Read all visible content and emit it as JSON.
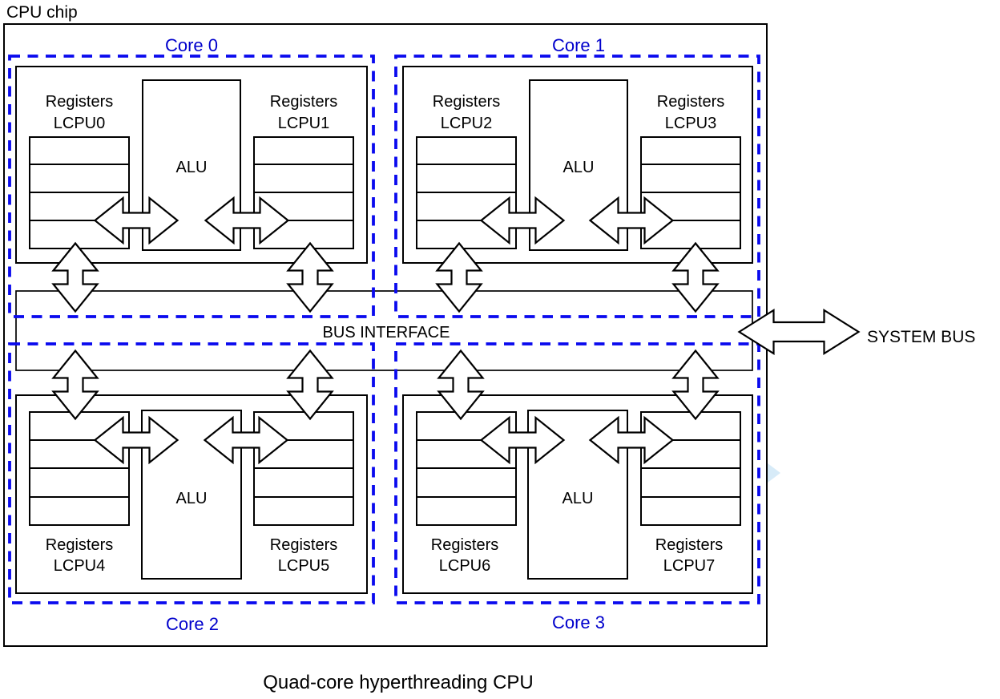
{
  "title": "CPU chip",
  "caption": "Quad-core hyperthreading CPU",
  "alu_label": "ALU",
  "registers_label": "Registers",
  "bus": {
    "interface_label": "BUS INTERFACE",
    "system_label": "SYSTEM BUS"
  },
  "cores": [
    {
      "label": "Core 0",
      "threads": [
        "LCPU0",
        "LCPU1"
      ]
    },
    {
      "label": "Core 1",
      "threads": [
        "LCPU2",
        "LCPU3"
      ]
    },
    {
      "label": "Core 2",
      "threads": [
        "LCPU4",
        "LCPU5"
      ]
    },
    {
      "label": "Core 3",
      "threads": [
        "LCPU6",
        "LCPU7"
      ]
    }
  ],
  "colors": {
    "core_boundary": "#0a0aee",
    "core_label": "#0000cc",
    "line": "#000000",
    "background": "#ffffff",
    "scroll_hint": "#d7ebf8"
  }
}
